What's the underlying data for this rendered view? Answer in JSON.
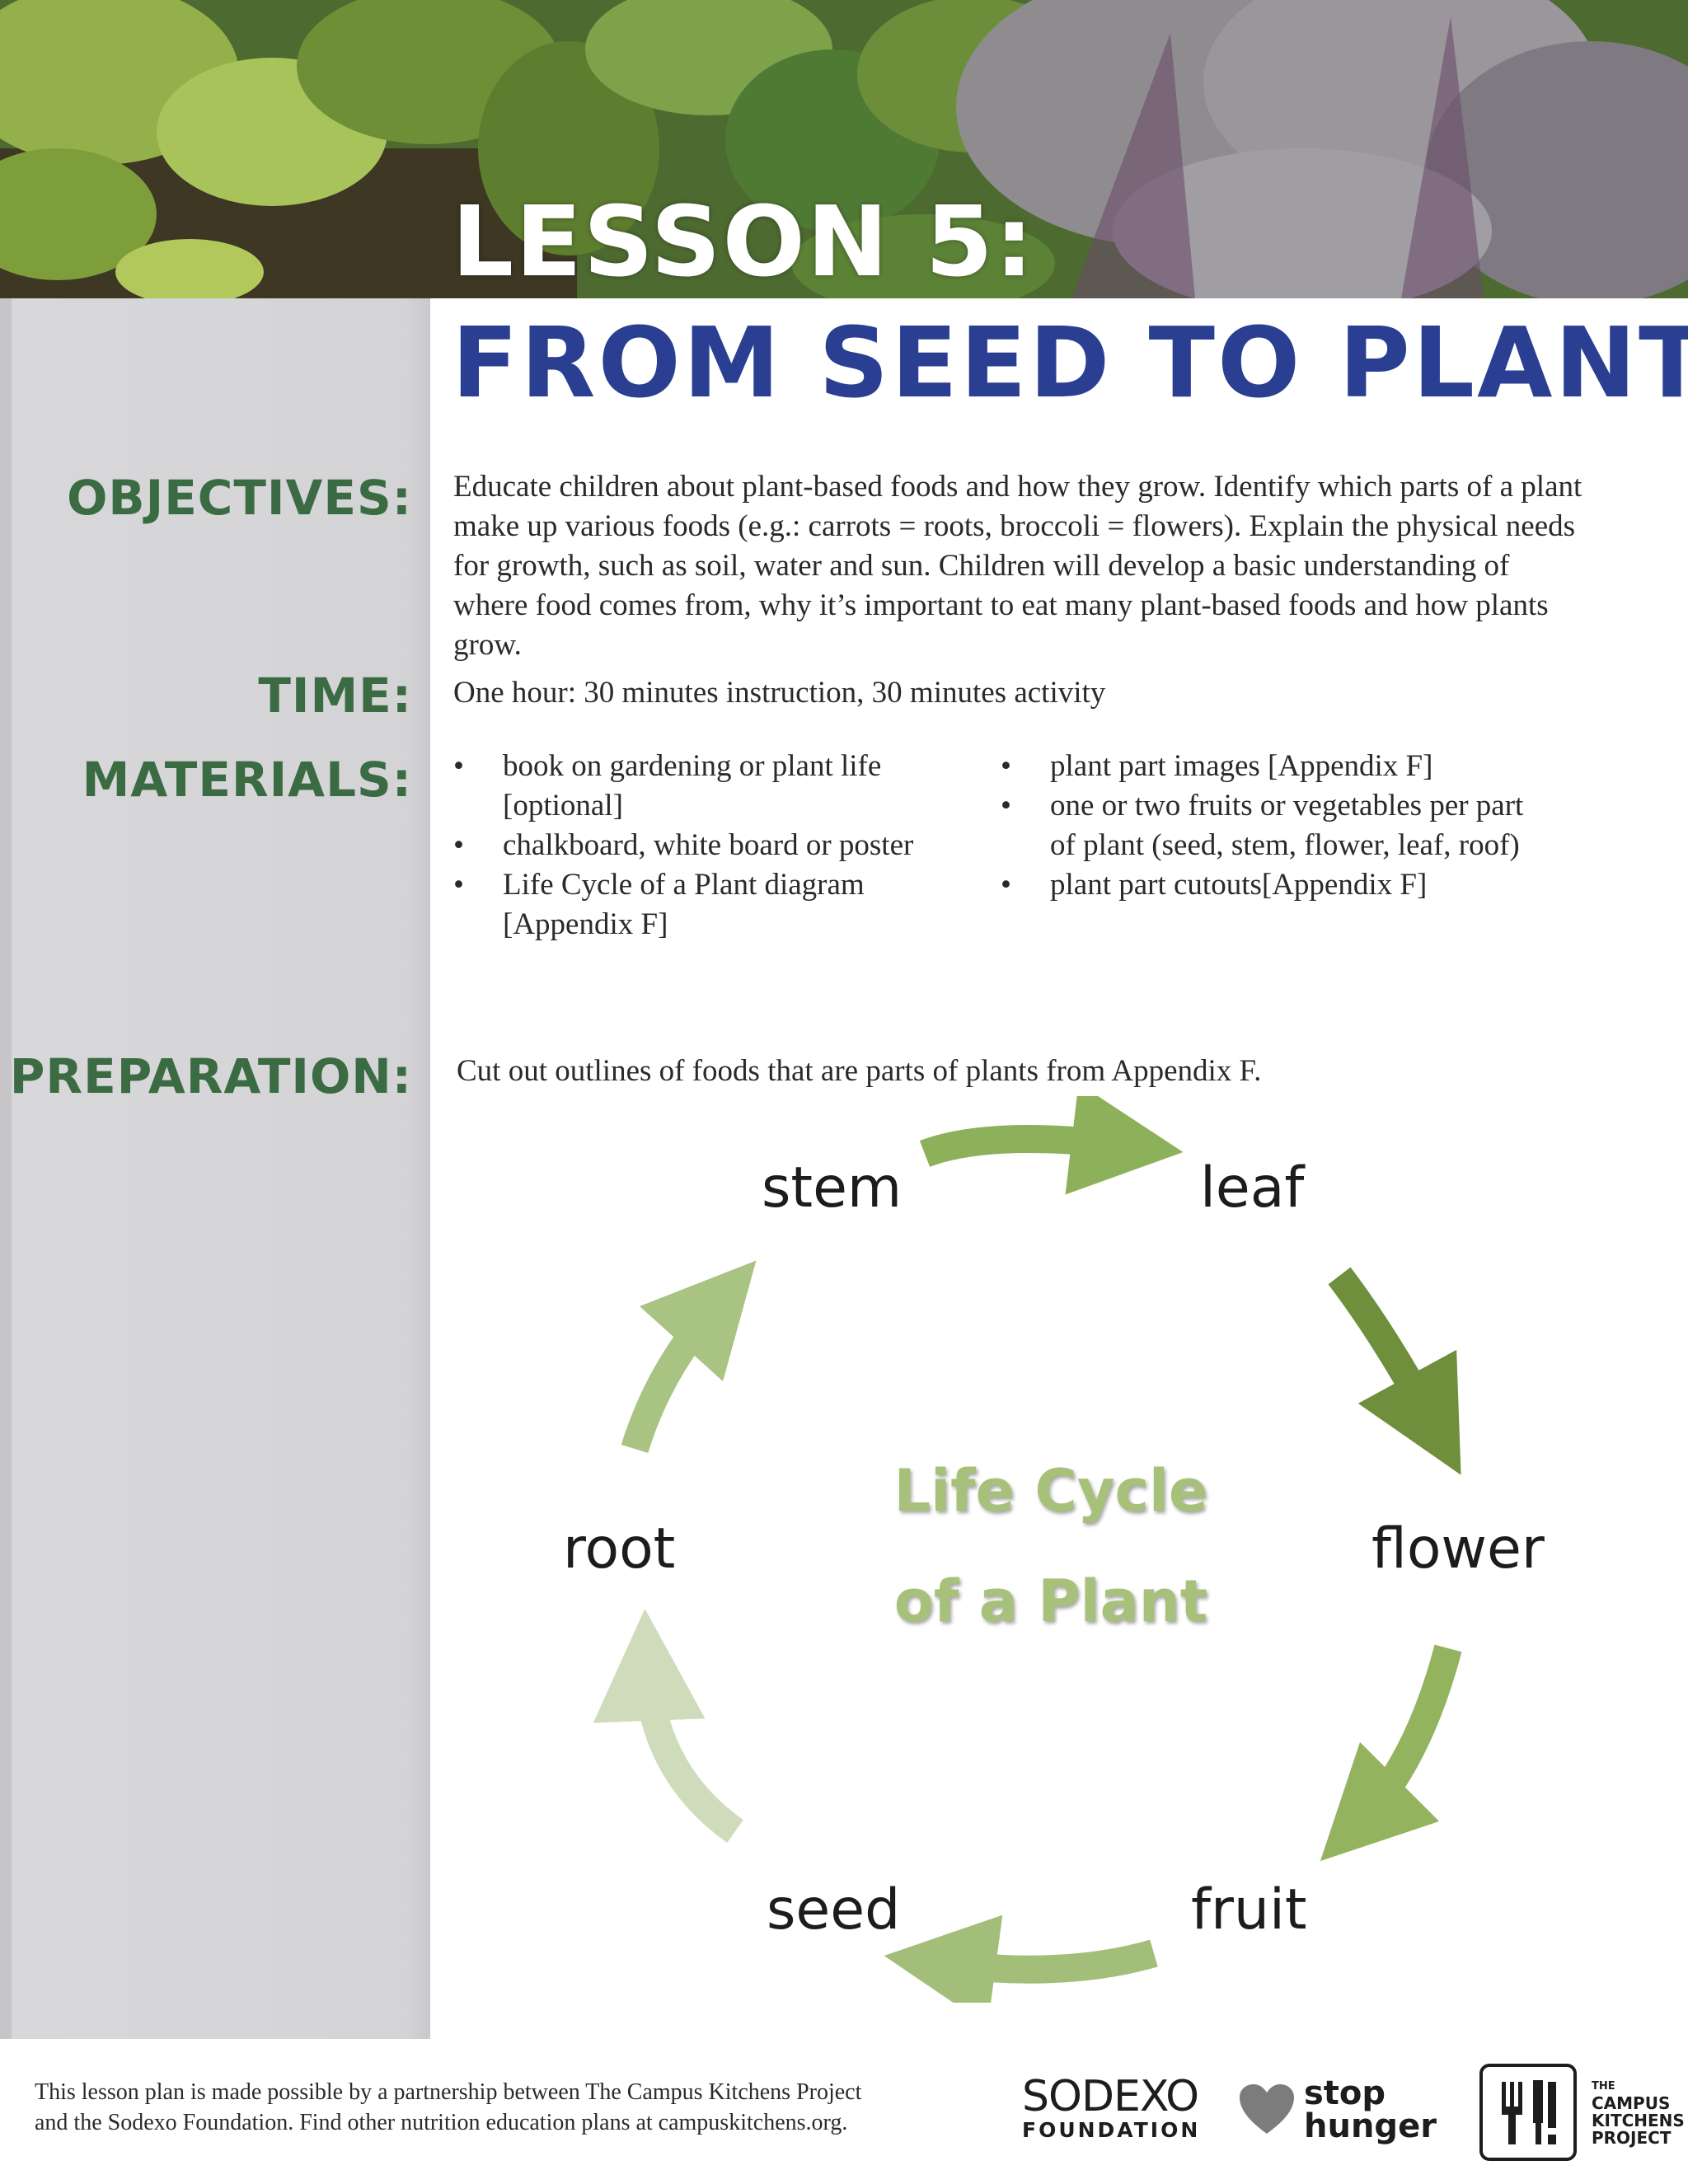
{
  "header": {
    "lesson_number": "LESSON 5:",
    "lesson_title": "FROM SEED TO PLANT"
  },
  "sections": {
    "objectives_label": "OBJECTIVES:",
    "objectives_text": "Educate children about plant-based foods and how they grow. Identify which parts of a plant make up various foods (e.g.: carrots = roots, broccoli = flowers). Explain the physical needs for growth, such as soil, water and sun. Children will develop a basic understanding of where food comes from, why it’s important to eat many plant-based foods and how plants grow.",
    "time_label": "TIME:",
    "time_text": "One hour: 30 minutes instruction, 30 minutes activity",
    "materials_label": "MATERIALS:",
    "materials_left": [
      "book on gardening or plant life [optional]",
      "chalkboard, white board or poster",
      "Life Cycle of a Plant diagram [Appendix F]"
    ],
    "materials_right": [
      "plant part images [Appendix F]",
      "one or two fruits or vegetables per part of plant (seed, stem, flower, leaf, roof)",
      "plant part cutouts[Appendix F]"
    ],
    "bullet_char": "•",
    "preparation_label": "PREPARATION:",
    "preparation_text": "Cut out outlines of foods that are parts of plants from Appendix F."
  },
  "cycle": {
    "title_line1": "Life Cycle",
    "title_line2": "of a Plant",
    "stages": {
      "stem": "stem",
      "leaf": "leaf",
      "flower": "flower",
      "fruit": "fruit",
      "seed": "seed",
      "root": "root"
    },
    "arrow_colors": [
      "#8db15a",
      "#6f8f3d",
      "#93b35e",
      "#a3be79",
      "#cfdcbb",
      "#a9c383"
    ]
  },
  "footer": {
    "credit_line1": "This lesson plan is made possible by a partnership between The Campus Kitchens Project",
    "credit_line2": "and the Sodexo Foundation. Find other nutrition education plans at campuskitchens.org.",
    "sodexo_name": "SODEXO",
    "sodexo_sub": "FOUNDATION",
    "stop_hunger_line1": "stop",
    "stop_hunger_line2": "hunger",
    "ckp_line1": "THE",
    "ckp_line2": "CAMPUS",
    "ckp_line3": "KITCHENS",
    "ckp_line4": "PROJECT"
  }
}
